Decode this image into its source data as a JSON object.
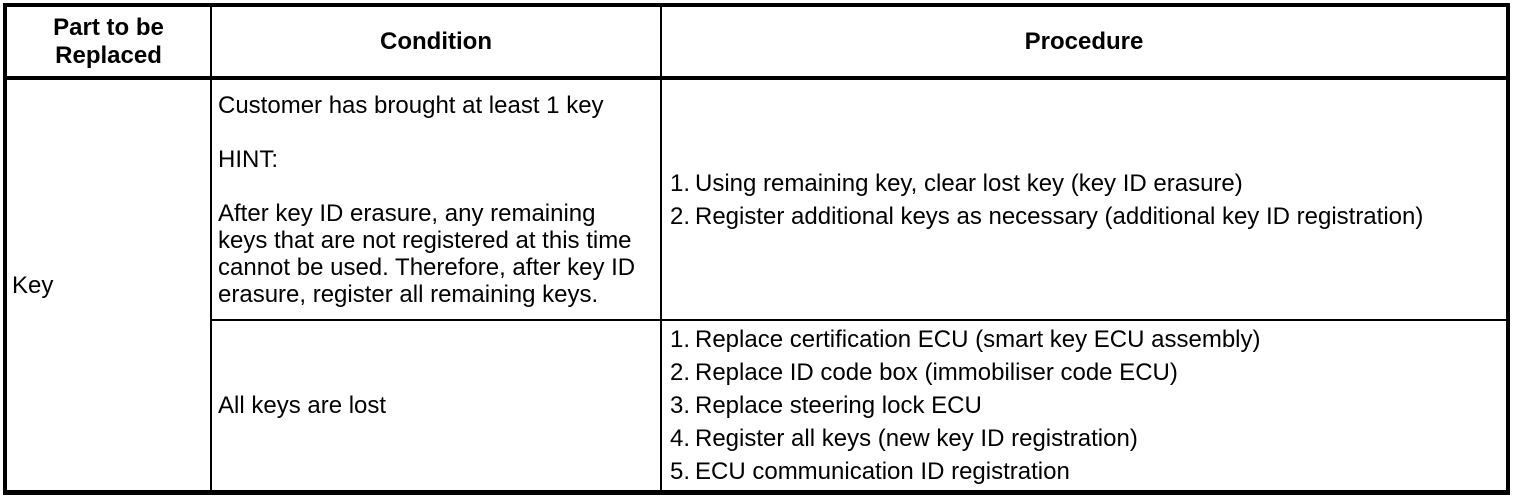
{
  "table": {
    "description": "Key replacement table from a vehicle service manual",
    "border_color": "#000000",
    "background_color": "#ffffff",
    "text_color": "#000000",
    "headers": {
      "part": "Part to be Replaced",
      "condition": "Condition",
      "procedure": "Procedure"
    },
    "part_cell": "Key",
    "sub_rows": [
      {
        "condition": {
          "intro": "Customer has brought at least 1 key",
          "hint_label": "HINT:",
          "hint_lines": [
            "After key ID erasure, any remaining",
            "keys that are not registered at this time",
            "cannot be used. Therefore, after key ID",
            "erasure, register all remaining keys."
          ],
          "hint_text": "After key ID erasure, any remaining keys that are not registered at this time cannot be used. Therefore, after key ID erasure, register all remaining keys."
        },
        "procedure": [
          {
            "num": "1.",
            "text": "Using remaining key, clear lost key (key ID erasure)"
          },
          {
            "num": "2.",
            "text": "Register additional keys as necessary (additional key ID registration)"
          }
        ]
      },
      {
        "condition": {
          "intro": "All keys are lost"
        },
        "procedure": [
          {
            "num": "1.",
            "text": "Replace certification ECU (smart key ECU assembly)"
          },
          {
            "num": "2.",
            "text": "Replace ID code box (immobiliser code ECU)"
          },
          {
            "num": "3.",
            "text": "Replace steering lock ECU"
          },
          {
            "num": "4.",
            "text": "Register all keys (new key ID registration)"
          },
          {
            "num": "5.",
            "text": "ECU communication ID registration"
          }
        ]
      }
    ]
  }
}
